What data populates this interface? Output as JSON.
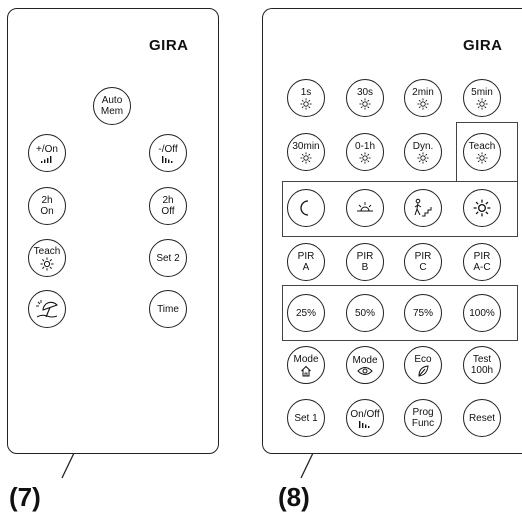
{
  "remote7": {
    "brand": "GIRA",
    "label": "(7)",
    "buttons": {
      "auto_mem": [
        "Auto",
        "Mem"
      ],
      "plus_on": "+/On",
      "minus_off": "-/Off",
      "h2_on": [
        "2h",
        "On"
      ],
      "h2_off": [
        "2h",
        "Off"
      ],
      "teach": "Teach",
      "set2": "Set 2",
      "time": "Time"
    }
  },
  "remote8": {
    "brand": "GIRA",
    "label": "(8)",
    "buttons": {
      "s1": "1s",
      "s30": "30s",
      "min2": "2min",
      "min5": "5min",
      "min30": "30min",
      "h01": "0-1h",
      "dyn": "Dyn.",
      "teach": "Teach",
      "pir_a": [
        "PIR",
        "A"
      ],
      "pir_b": [
        "PIR",
        "B"
      ],
      "pir_c": [
        "PIR",
        "C"
      ],
      "pir_ac": [
        "PIR",
        "A-C"
      ],
      "p25": "25%",
      "p50": "50%",
      "p75": "75%",
      "p100": "100%",
      "mode1": "Mode",
      "mode2": "Mode",
      "eco": "Eco",
      "test": [
        "Test",
        "100h"
      ],
      "set1": "Set 1",
      "onoff": "On/Off",
      "prog": [
        "Prog",
        "Func"
      ],
      "reset": "Reset"
    }
  },
  "icons": {
    "sun": "sun-icon",
    "bars": "signal-bars-icon",
    "moon": "moon-icon",
    "sunrise": "sunrise-icon",
    "walker": "person-on-stairs-icon",
    "umbrella": "beach-umbrella-icon",
    "house": "house-icon",
    "eye": "eye-icon",
    "leaf": "leaf-icon"
  }
}
